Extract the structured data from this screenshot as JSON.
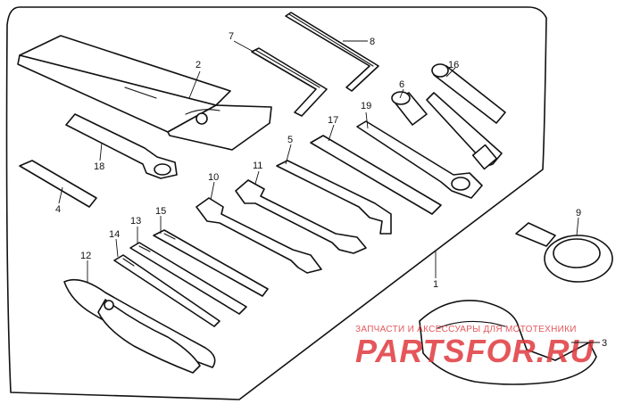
{
  "diagram": {
    "parts": [
      {
        "number": "1"
      },
      {
        "number": "2"
      },
      {
        "number": "3"
      },
      {
        "number": "4"
      },
      {
        "number": "5"
      },
      {
        "number": "6"
      },
      {
        "number": "7"
      },
      {
        "number": "8"
      },
      {
        "number": "9"
      },
      {
        "number": "10"
      },
      {
        "number": "11"
      },
      {
        "number": "12"
      },
      {
        "number": "13"
      },
      {
        "number": "14"
      },
      {
        "number": "15"
      },
      {
        "number": "16"
      },
      {
        "number": "17"
      },
      {
        "number": "18"
      },
      {
        "number": "19"
      }
    ]
  },
  "watermark": {
    "tagline": "ЗАПЧАСТИ И АКСЕССУАРЫ ДЛЯ МОТОТЕХНИКИ",
    "brand": "PARTSFOR.RU",
    "color": "#e0393e"
  },
  "colors": {
    "line": "#111111",
    "background": "#ffffff"
  }
}
